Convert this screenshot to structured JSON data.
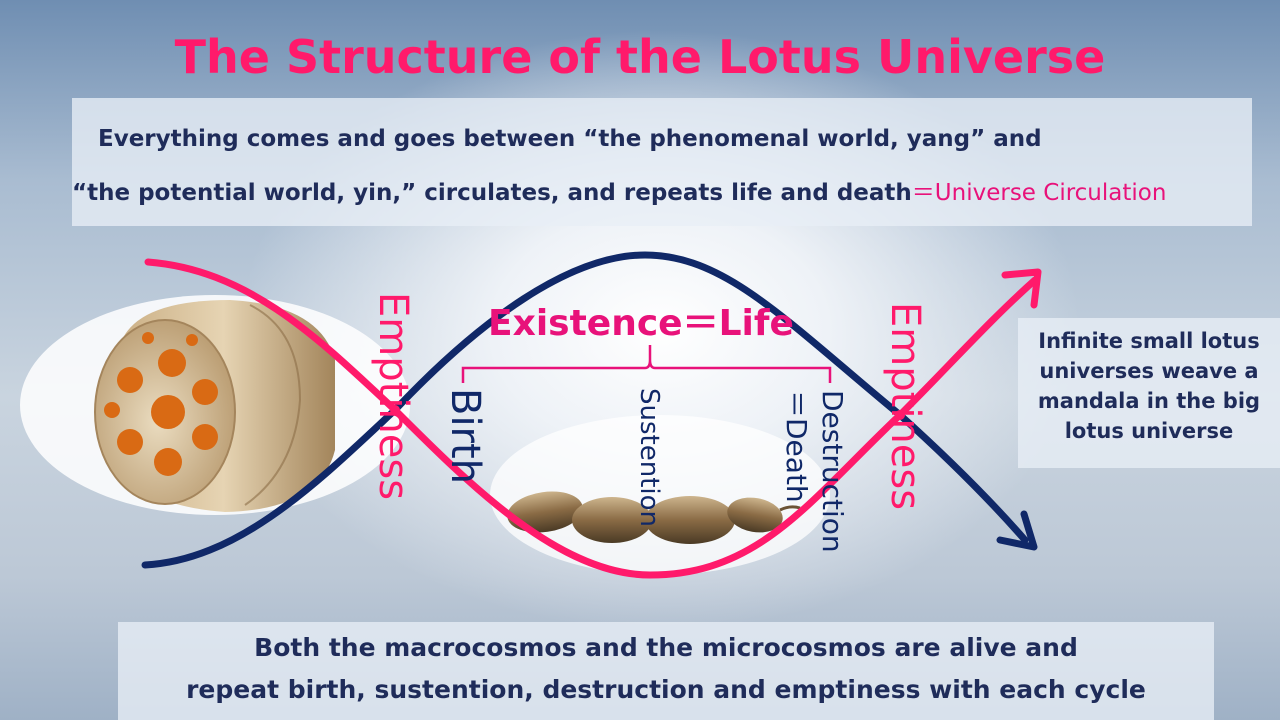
{
  "title": "The Structure of the Lotus Universe",
  "intro": {
    "line1": "Everything comes and goes between “the phenomenal world, yang” and",
    "line2": "“the potential world, yin,” circulates, and repeats life and death",
    "highlight": "＝Universe Circulation"
  },
  "diagram": {
    "existence_label": "Existence＝Life",
    "emptiness_left": "Emptiness",
    "emptiness_right": "Emptiness",
    "birth": "Birth",
    "sustention": "Sustention",
    "destruction_line1": "Destruction",
    "destruction_line2": "＝Death",
    "colors": {
      "yang": "#ff1a6b",
      "yin": "#102868"
    }
  },
  "side_note": {
    "line1": "Infinite small lotus",
    "line2": "universes weave a",
    "line3": "mandala in the big",
    "line4": "lotus universe"
  },
  "footer": {
    "line1": "Both the macrocosmos and the microcosmos are alive and",
    "line2": "repeat birth, sustention, destruction and emptiness with each cycle"
  }
}
